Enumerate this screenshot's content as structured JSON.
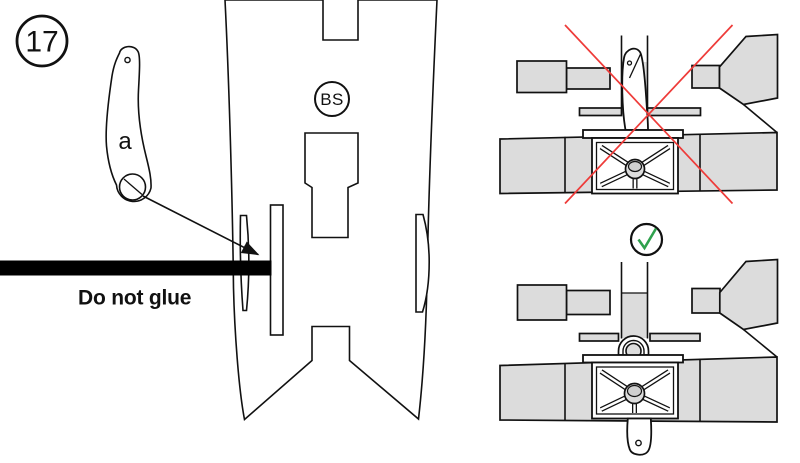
{
  "step": {
    "number": "17"
  },
  "part_a": {
    "label": "a"
  },
  "fuselage": {
    "marking": "BS"
  },
  "note": {
    "text": "Do not glue"
  },
  "panels": {
    "wrong_icon": "red-cross",
    "correct_icon": "green-check"
  },
  "colors": {
    "bs_red": "#e8232a",
    "cross_red": "#ee3b39",
    "check_green": "#2fa14d",
    "part_gray": "#dcdcdc",
    "outline": "#111111",
    "rod_black": "#000000"
  }
}
